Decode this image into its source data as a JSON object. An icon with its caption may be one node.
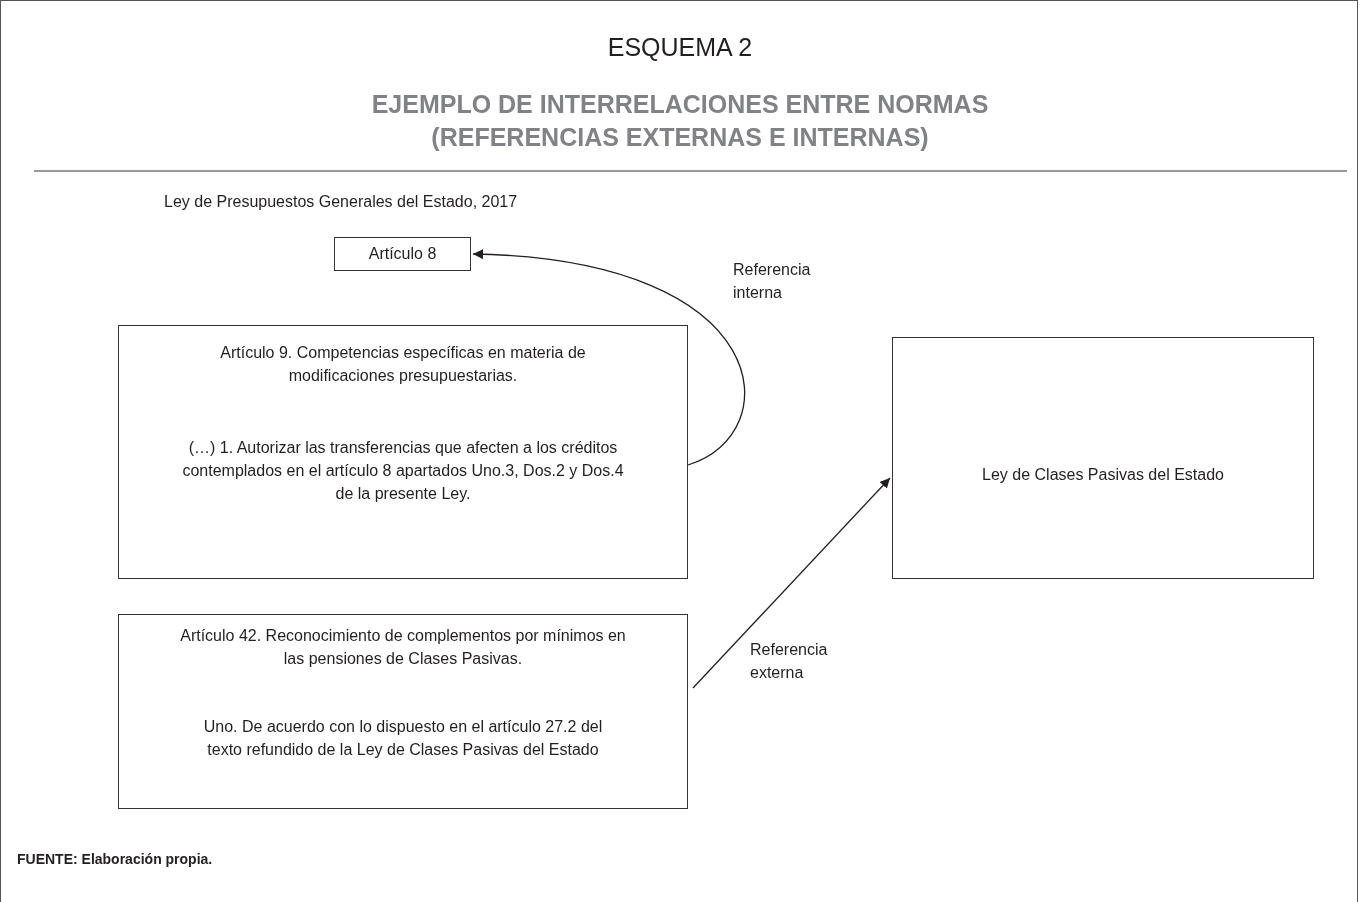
{
  "diagram": {
    "title": "ESQUEMA 2",
    "caption": "FUENTE: Elaboración propia.",
    "labels": [
      "EJEMPLO DE INTERRELACIONES ENTRE NORMAS (REFERENCIAS EXTERNAS E INTERNAS)",
      "Ley de Presupuestos Generales del Estado, 2017"
    ],
    "nodes": [
      {
        "text": [
          "Artículo 8"
        ]
      },
      {
        "text": [
          "Artículo 9. Competencias específicas en materia de modificaciones presupuestarias.",
          "(…) 1. Autorizar las transferencias que afecten a los créditos contemplados en el artículo 8 apartados Uno.3, Dos.2 y Dos.4 de la presente Ley."
        ]
      },
      {
        "text": [
          "Ley de Clases Pasivas del Estado"
        ]
      },
      {
        "text": [
          "Artículo 42. Reconocimiento de complementos por mínimos en las pensiones de Clases Pasivas.",
          "Uno. De acuerdo con lo dispuesto en el artículo 27.2 del texto refundido de la Ley de Clases Pasivas del Estado"
        ]
      }
    ],
    "edges": [
      {
        "from": 1,
        "to": 0,
        "arrow": "to",
        "label": "Referencia interna"
      },
      {
        "from": 3,
        "to": 2,
        "arrow": "to",
        "label": "Referencia externa"
      }
    ]
  }
}
